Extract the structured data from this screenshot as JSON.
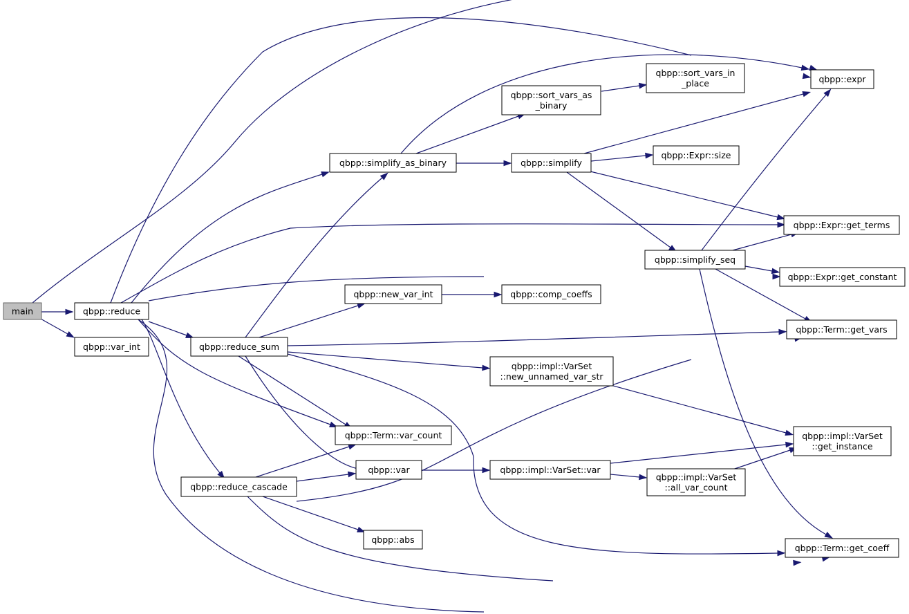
{
  "colors": {
    "edge": "#191970",
    "node_border": "#000000",
    "root_fill": "#bfbfbf",
    "node_fill": "#ffffff"
  },
  "nodes": {
    "main": {
      "lines": [
        "main"
      ],
      "root": true
    },
    "reduce": {
      "lines": [
        "qbpp::reduce"
      ]
    },
    "var_int": {
      "lines": [
        "qbpp::var_int"
      ]
    },
    "reduce_sum": {
      "lines": [
        "qbpp::reduce_sum"
      ]
    },
    "reduce_cascade": {
      "lines": [
        "qbpp::reduce_cascade"
      ]
    },
    "simplify_as_binary": {
      "lines": [
        "qbpp::simplify_as_binary"
      ]
    },
    "sort_vars_as_binary": {
      "lines": [
        "qbpp::sort_vars_as",
        "_binary"
      ]
    },
    "sort_vars_in_place": {
      "lines": [
        "qbpp::sort_vars_in",
        "_place"
      ]
    },
    "simplify": {
      "lines": [
        "qbpp::simplify"
      ]
    },
    "expr_size": {
      "lines": [
        "qbpp::Expr::size"
      ]
    },
    "expr": {
      "lines": [
        "qbpp::expr"
      ]
    },
    "get_terms": {
      "lines": [
        "qbpp::Expr::get_terms"
      ]
    },
    "simplify_seq": {
      "lines": [
        "qbpp::simplify_seq"
      ]
    },
    "get_constant": {
      "lines": [
        "qbpp::Expr::get_constant"
      ]
    },
    "new_var_int": {
      "lines": [
        "qbpp::new_var_int"
      ]
    },
    "comp_coeffs": {
      "lines": [
        "qbpp::comp_coeffs"
      ]
    },
    "term_get_vars": {
      "lines": [
        "qbpp::Term::get_vars"
      ]
    },
    "new_unnamed_var_str": {
      "lines": [
        "qbpp::impl::VarSet",
        "::new_unnamed_var_str"
      ]
    },
    "term_var_count": {
      "lines": [
        "qbpp::Term::var_count"
      ]
    },
    "get_instance": {
      "lines": [
        "qbpp::impl::VarSet",
        "::get_instance"
      ]
    },
    "var": {
      "lines": [
        "qbpp::var"
      ]
    },
    "varset_var": {
      "lines": [
        "qbpp::impl::VarSet::var"
      ]
    },
    "all_var_count": {
      "lines": [
        "qbpp::impl::VarSet",
        "::all_var_count"
      ]
    },
    "abs": {
      "lines": [
        "qbpp::abs"
      ]
    },
    "term_get_coeff": {
      "lines": [
        "qbpp::Term::get_coeff"
      ]
    }
  },
  "edges": [
    [
      "main",
      "reduce"
    ],
    [
      "main",
      "var_int"
    ],
    [
      "main",
      "expr"
    ],
    [
      "reduce",
      "simplify_as_binary"
    ],
    [
      "reduce",
      "expr"
    ],
    [
      "reduce",
      "get_terms"
    ],
    [
      "reduce",
      "get_constant"
    ],
    [
      "reduce",
      "reduce_sum"
    ],
    [
      "reduce",
      "term_var_count"
    ],
    [
      "reduce",
      "reduce_cascade"
    ],
    [
      "reduce",
      "term_get_coeff"
    ],
    [
      "simplify_as_binary",
      "sort_vars_as_binary"
    ],
    [
      "simplify_as_binary",
      "simplify"
    ],
    [
      "simplify_as_binary",
      "expr"
    ],
    [
      "sort_vars_as_binary",
      "sort_vars_in_place"
    ],
    [
      "simplify",
      "expr"
    ],
    [
      "simplify",
      "expr_size"
    ],
    [
      "simplify",
      "get_terms"
    ],
    [
      "simplify",
      "simplify_seq"
    ],
    [
      "simplify_seq",
      "expr"
    ],
    [
      "simplify_seq",
      "get_terms"
    ],
    [
      "simplify_seq",
      "get_constant"
    ],
    [
      "simplify_seq",
      "term_get_vars"
    ],
    [
      "simplify_seq",
      "term_get_coeff"
    ],
    [
      "reduce_sum",
      "simplify_as_binary"
    ],
    [
      "reduce_sum",
      "new_var_int"
    ],
    [
      "reduce_sum",
      "term_get_vars"
    ],
    [
      "reduce_sum",
      "new_unnamed_var_str"
    ],
    [
      "reduce_sum",
      "term_var_count"
    ],
    [
      "reduce_sum",
      "var"
    ],
    [
      "reduce_sum",
      "term_get_coeff"
    ],
    [
      "new_var_int",
      "comp_coeffs"
    ],
    [
      "new_unnamed_var_str",
      "get_instance"
    ],
    [
      "var",
      "varset_var"
    ],
    [
      "varset_var",
      "get_instance"
    ],
    [
      "varset_var",
      "all_var_count"
    ],
    [
      "all_var_count",
      "get_instance"
    ],
    [
      "reduce_cascade",
      "term_var_count"
    ],
    [
      "reduce_cascade",
      "var"
    ],
    [
      "reduce_cascade",
      "term_get_vars"
    ],
    [
      "reduce_cascade",
      "abs"
    ],
    [
      "reduce_cascade",
      "term_get_coeff"
    ]
  ]
}
